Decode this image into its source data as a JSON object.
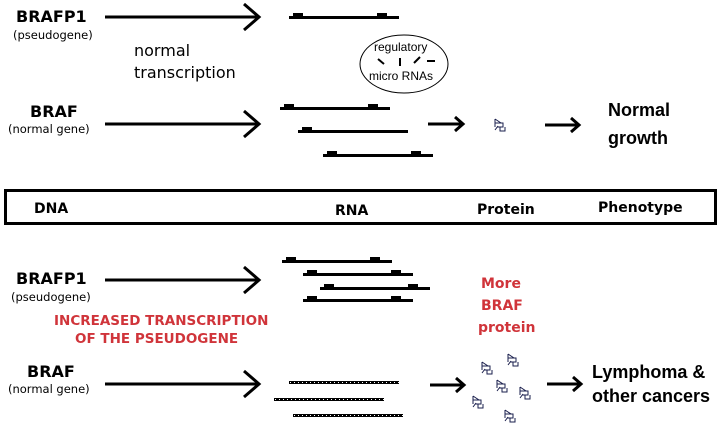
{
  "top_panel": {
    "pseudogene": {
      "name": "BRAFP1",
      "note": "(pseudogene)"
    },
    "process_label_line1": "normal",
    "process_label_line2": "transcription",
    "gene": {
      "name": "BRAF",
      "note": "(normal gene)"
    },
    "regulator": {
      "line1": "regulatory",
      "line2": "micro RNAs"
    },
    "outcome_line1": "Normal",
    "outcome_line2": "growth",
    "rna_transcripts_pseudogene": 1,
    "rna_transcripts_gene": 3,
    "protein_count": 1
  },
  "stage_band": {
    "dna": "DNA",
    "rna": "RNA",
    "protein": "Protein",
    "phenotype": "Phenotype"
  },
  "bottom_panel": {
    "pseudogene": {
      "name": "BRAFP1",
      "note": "(pseudogene)"
    },
    "alert_line1": "INCREASED TRANSCRIPTION",
    "alert_line2": "OF THE PSEUDOGENE",
    "gene": {
      "name": "BRAF",
      "note": "(normal gene)"
    },
    "protein_note_line1": "More",
    "protein_note_line2": "BRAF",
    "protein_note_line3": "protein",
    "outcome_line1": "Lymphoma &",
    "outcome_line2": "other cancers",
    "rna_transcripts_pseudogene": 4,
    "rna_transcripts_gene": 3,
    "protein_count": 6
  },
  "colors": {
    "alert": "#d0343a",
    "ink": "#000000"
  }
}
